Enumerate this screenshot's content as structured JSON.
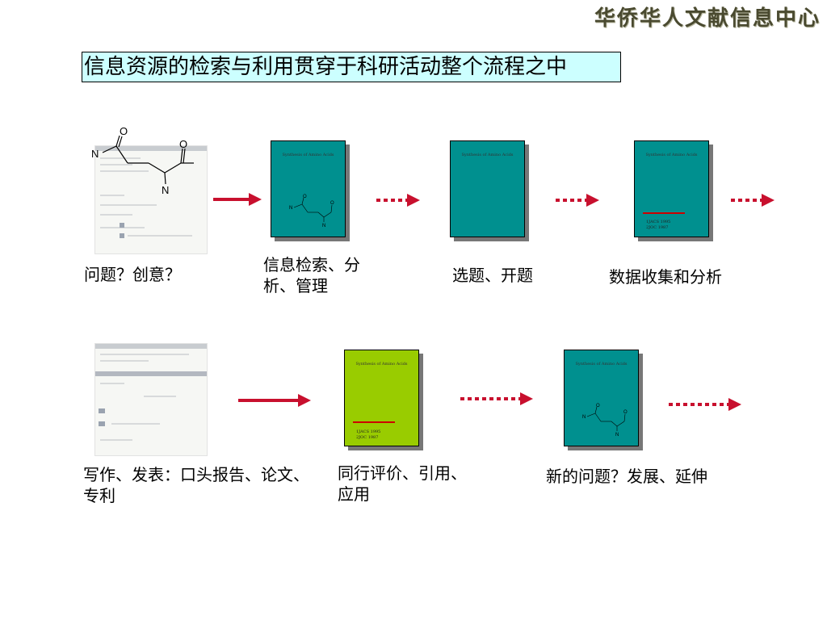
{
  "header": {
    "logo_text": "华侨华人文献信息中心"
  },
  "title": "信息资源的检索与利用贯穿于科研活动整个流程之中",
  "colors": {
    "teal_book": "#00908f",
    "green_book": "#99cc00",
    "arrow": "#c8102e",
    "title_bg": "#ccffff"
  },
  "molecule_labels": {
    "carbonyl_o": "O",
    "aldehyde_o": "O",
    "amide_n": "N",
    "amine_n": "N"
  },
  "book_title": "Synthesis of Amino Acids",
  "book_refs": {
    "line1": "1JACS 1995",
    "line2": "2JOC 1987"
  },
  "steps": {
    "s1": "问题？创意？",
    "s2": "信息检索、分析、管理",
    "s3": "选题、开题",
    "s4": "数据收集和分析",
    "s5": "写作、发表：口头报告、论文、专利",
    "s6": "同行评价、引用、应用",
    "s7": "新的问题？发展、延伸"
  }
}
